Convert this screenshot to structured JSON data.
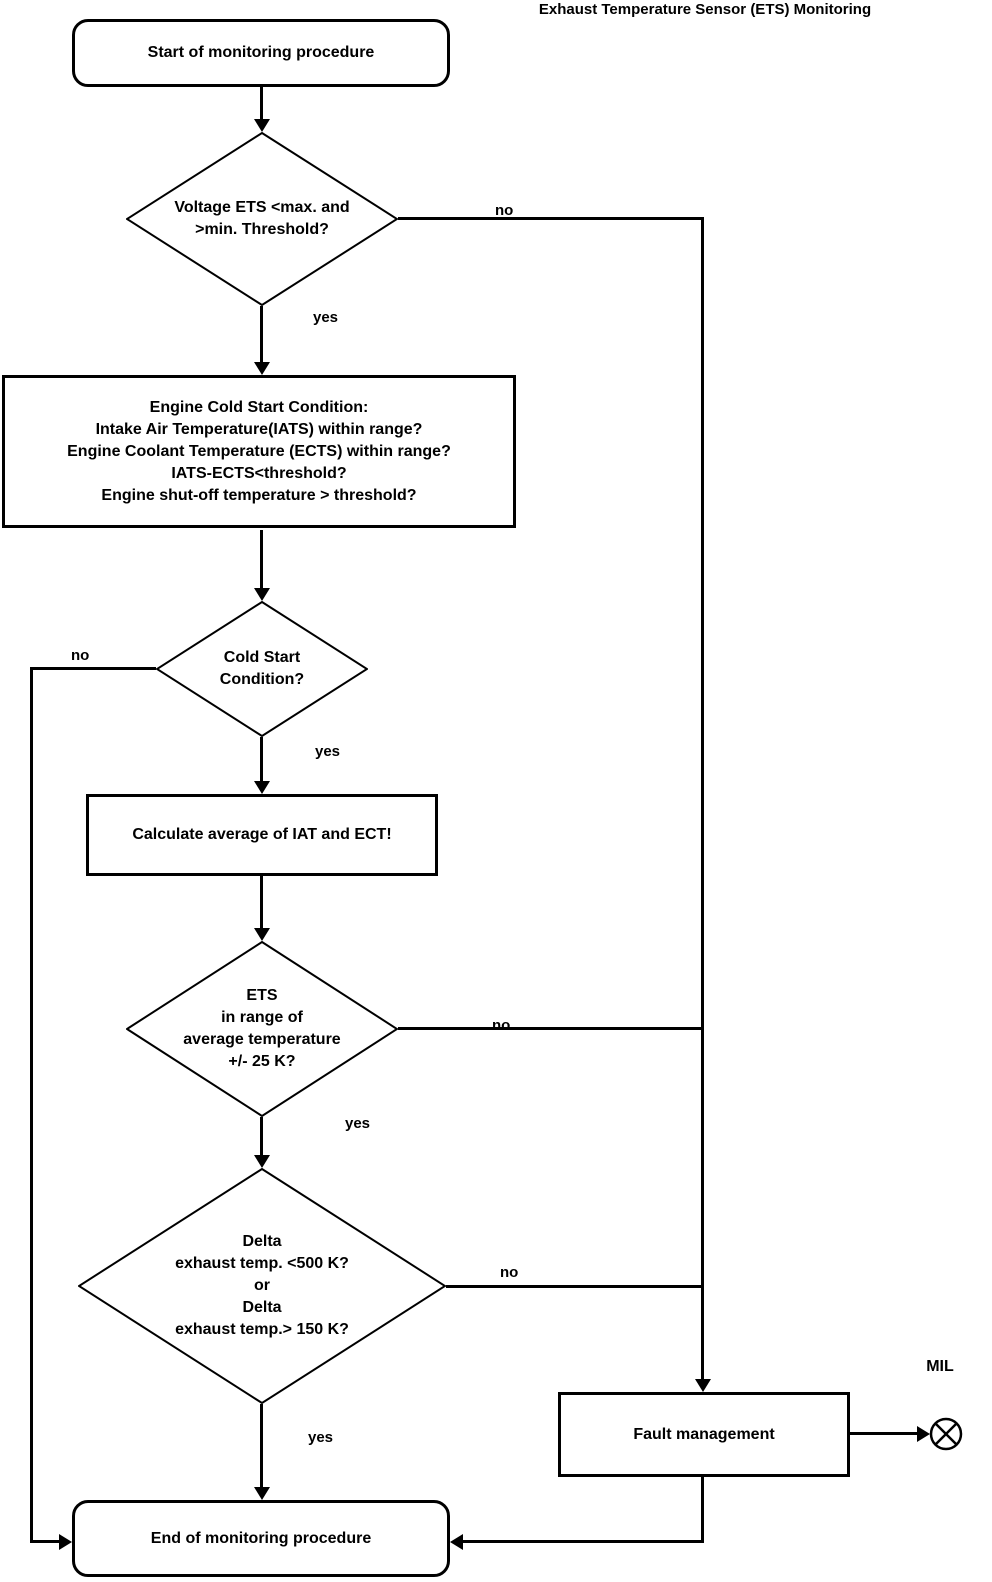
{
  "title": "Exhaust Temperature Sensor (ETS) Monitoring",
  "flowchart": {
    "nodes": {
      "start": {
        "type": "terminator",
        "label": "Start of monitoring procedure"
      },
      "voltage_check": {
        "type": "decision",
        "label": "Voltage ETS <max. and\n>min. Threshold?"
      },
      "cold_start_conditions": {
        "type": "process",
        "label": "Engine Cold Start Condition:\nIntake Air Temperature(IATS) within range?\nEngine Coolant Temperature (ECTS) within range?\nIATS-ECTS<threshold?\nEngine shut-off temperature > threshold?"
      },
      "cold_start_check": {
        "type": "decision",
        "label": "Cold Start\nCondition?"
      },
      "calculate_average": {
        "type": "process",
        "label": "Calculate average of IAT and ECT!"
      },
      "ets_range_check": {
        "type": "decision",
        "label": "ETS\nin range of\naverage temperature\n+/- 25 K?"
      },
      "delta_check": {
        "type": "decision",
        "label": "Delta\nexhaust temp. <500 K?\nor\nDelta\nexhaust temp.> 150 K?"
      },
      "fault_management": {
        "type": "process",
        "label": "Fault management"
      },
      "end": {
        "type": "terminator",
        "label": "End of monitoring procedure"
      },
      "mil_indicator": {
        "type": "indicator",
        "label": "MIL"
      }
    },
    "edge_labels": {
      "voltage_no": "no",
      "voltage_yes": "yes",
      "cold_start_no": "no",
      "cold_start_yes": "yes",
      "ets_no": "no",
      "ets_yes": "yes",
      "delta_no": "no",
      "delta_yes": "yes"
    },
    "colors": {
      "line": "#000000",
      "fill": "#ffffff"
    }
  }
}
